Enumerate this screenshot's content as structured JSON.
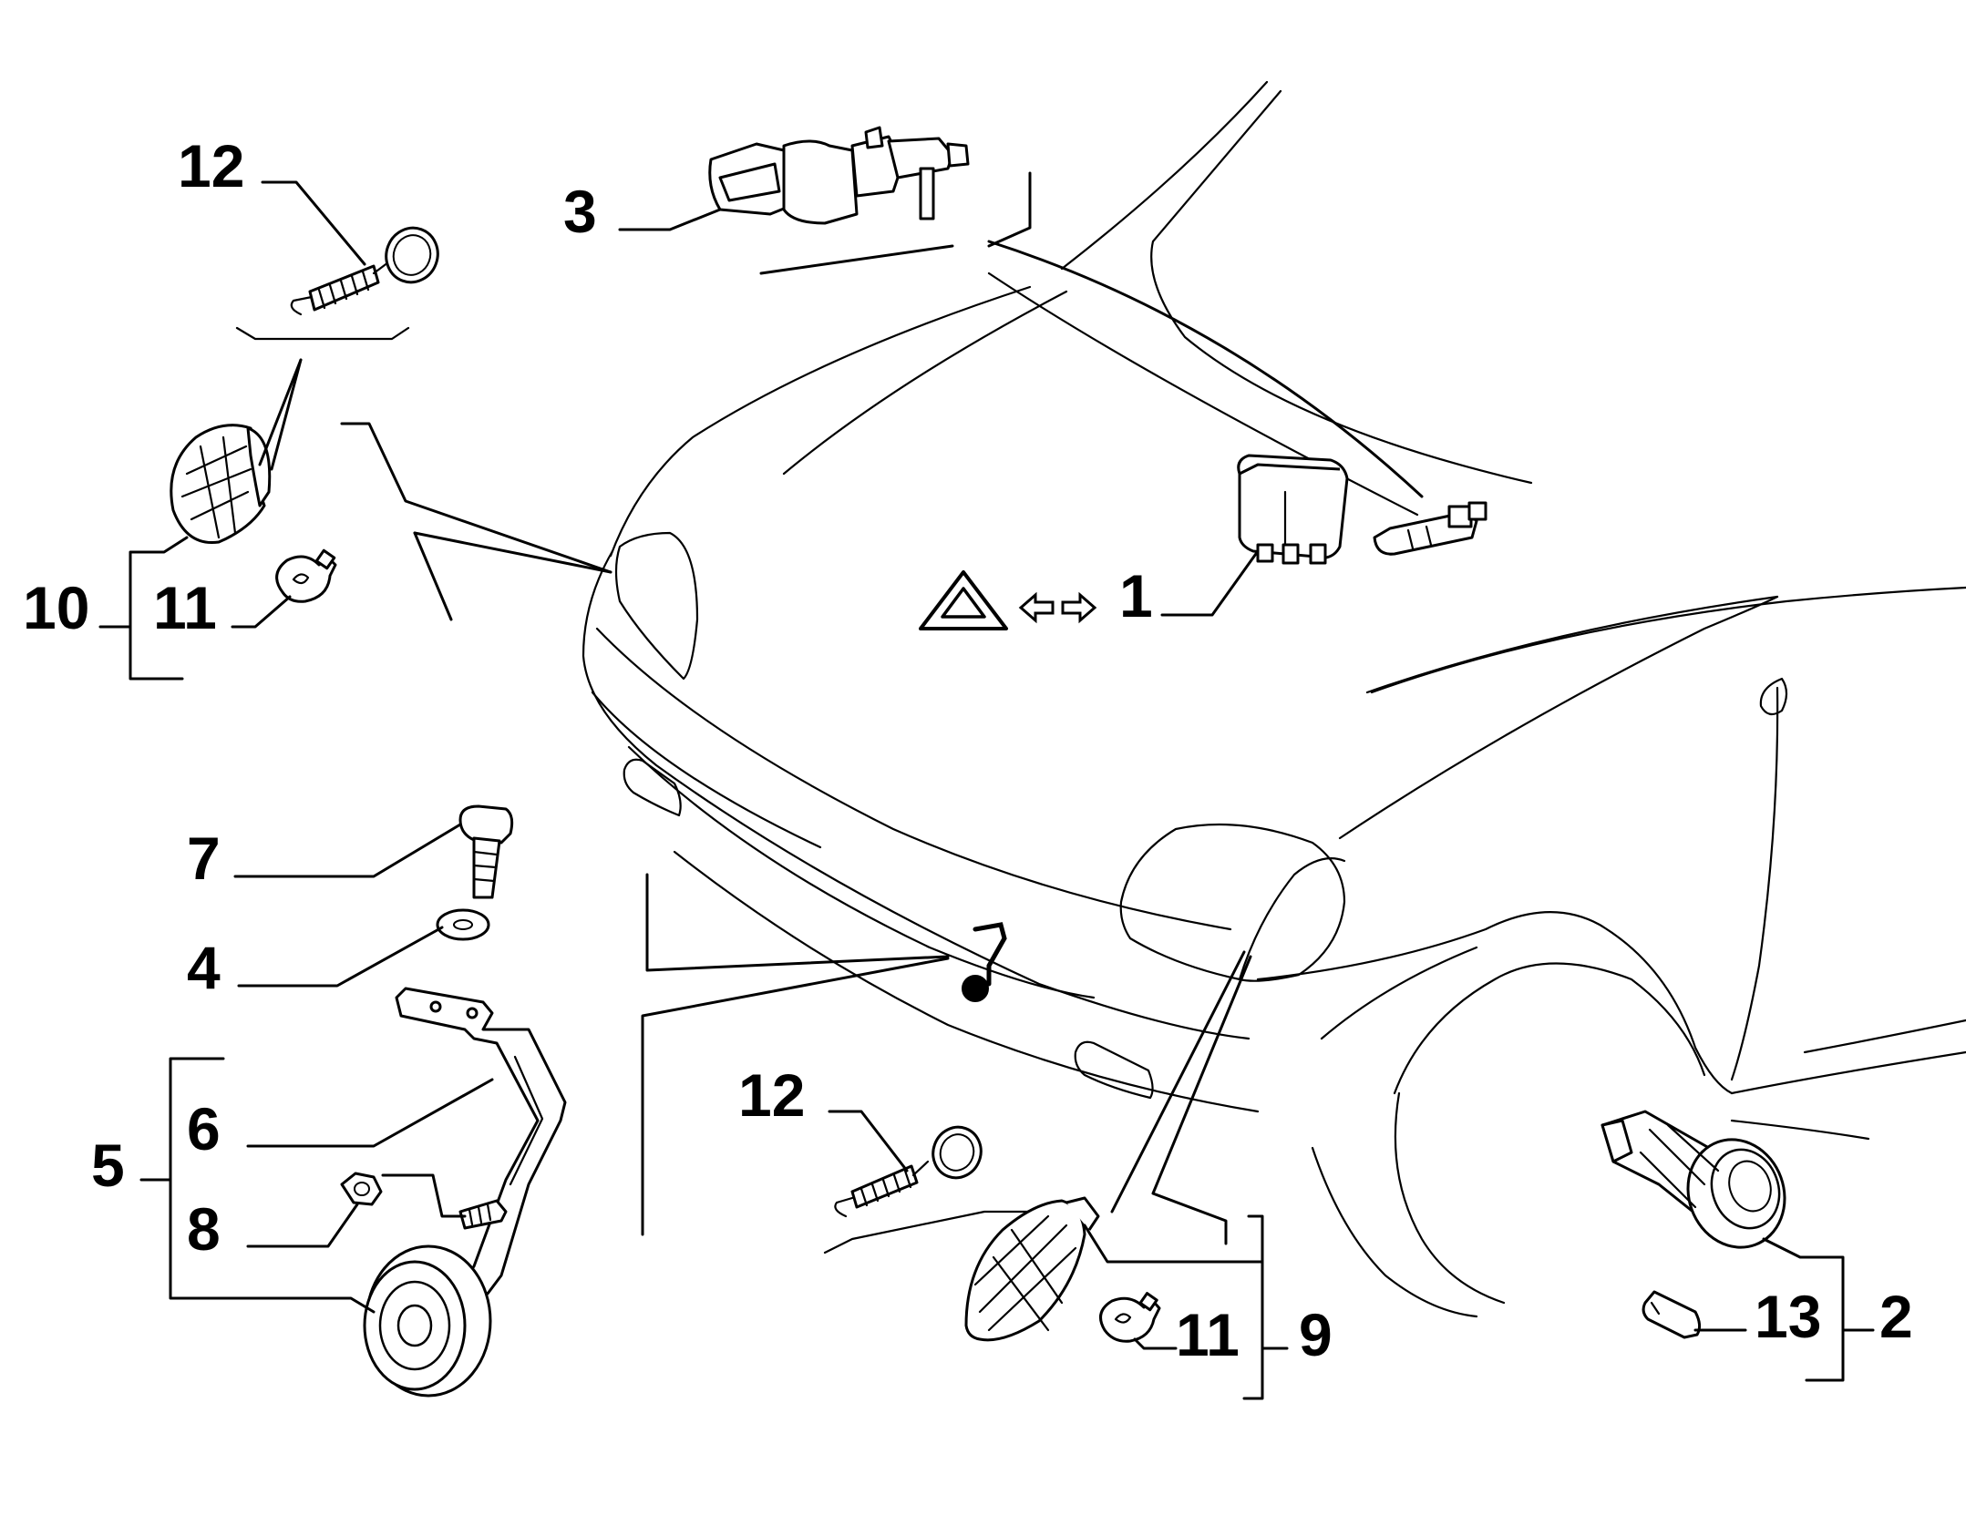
{
  "diagram": {
    "labels": {
      "relay": "1",
      "front_lamp_assembly": "2",
      "stop_switch": "3",
      "washer": "4",
      "horn_assembly": "5",
      "horn_bracket": "6",
      "bolt": "7",
      "nut": "8",
      "side_indicator_right": "9",
      "side_indicator_left": "10",
      "bulb_left": "11",
      "bulb_right": "11",
      "spring_left": "12",
      "spring_right": "12",
      "lamp_bulb": "13"
    },
    "icons": [
      "hazard-warning-icon",
      "left-arrow-icon",
      "right-arrow-icon",
      "horn-symbol-icon"
    ]
  }
}
